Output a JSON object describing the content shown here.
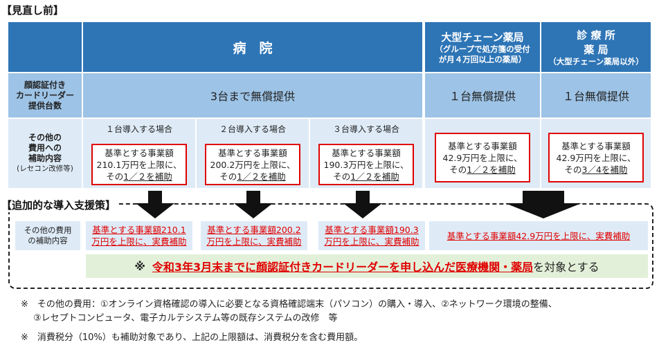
{
  "before_title": "【見直し前】",
  "header": {
    "hospital": "病　院",
    "chain_title": "大型チェーン薬局",
    "chain_sub1": "（グループで処方箋の受付",
    "chain_sub2": "が月４万回以上の薬局）",
    "clinic_title1": "診 療 所",
    "clinic_title2": "薬 局",
    "clinic_sub": "（大型チェーン薬局以外）"
  },
  "row_reader": {
    "label1": "顔認証付き",
    "label2": "カードリーダー",
    "label3": "提供台数",
    "hospital": "3台まで無償提供",
    "chain": "１台無償提供",
    "clinic": "１台無償提供"
  },
  "row_subsidy": {
    "label1": "その他の",
    "label2": "費用への",
    "label3": "補助内容",
    "label4": "(レセコン改修等)",
    "cases": [
      {
        "heading": "１台導入する場合",
        "line1": "基準とする事業額",
        "line2": "210.1万円を上限に、",
        "line3_pre": "その",
        "line3_frac": "1／２を補助"
      },
      {
        "heading": "２台導入する場合",
        "line1": "基準とする事業額",
        "line2": "200.2万円を上限に、",
        "line3_pre": "その",
        "line3_frac": "1／２を補助"
      },
      {
        "heading": "３台導入する場合",
        "line1": "基準とする事業額",
        "line2": "190.3万円を上限に、",
        "line3_pre": "その",
        "line3_frac": "1／２を補助"
      }
    ],
    "chain": {
      "line1": "基準とする事業額",
      "line2": "42.9万円を上限に、",
      "line3_pre": "その",
      "line3_frac": "1／２を補助"
    },
    "clinic": {
      "line1": "基準とする事業額",
      "line2": "42.9万円を上限に、",
      "line3_pre": "その",
      "line3_frac": "3／4を補助"
    }
  },
  "additional": {
    "title": "【追加的な導入支援策】",
    "label1": "その他の費用",
    "label2": "の補助内容",
    "cells": [
      {
        "line1": "基準とする事業額210.1",
        "line2": "万円を上限に、実費補助"
      },
      {
        "line1": "基準とする事業額200.2",
        "line2": "万円を上限に、実費補助"
      },
      {
        "line1": "基準とする事業額190.3",
        "line2": "万円を上限に、実費補助"
      }
    ],
    "pharmacy_cell": "基準とする事業額42.9万円を上限に、実費補助",
    "condition_mark": "※",
    "condition_red": "令和3年3月末までに顔認証付きカードリーダーを申し込んだ医療機関・薬局",
    "condition_tail": "を対象とする"
  },
  "notes": {
    "note1_line1": "※　その他の費用：①オンライン資格確認の導入に必要となる資格確認端末（パソコン）の購入・導入、②ネットワーク環境の整備、",
    "note1_line2": "③レセプトコンピュータ、電子カルテシステム等の既存システムの改修　等",
    "note2": "※　消費税分（10%）も補助対象であり、上記の上限額は、消費税分を含む費用額。"
  },
  "colors": {
    "header_blue": "#2e75b6",
    "row_blue": "#9dc3e6",
    "light_blue": "#deebf7",
    "accent_red": "#e00000",
    "condition_green": "#e2f0d9"
  }
}
